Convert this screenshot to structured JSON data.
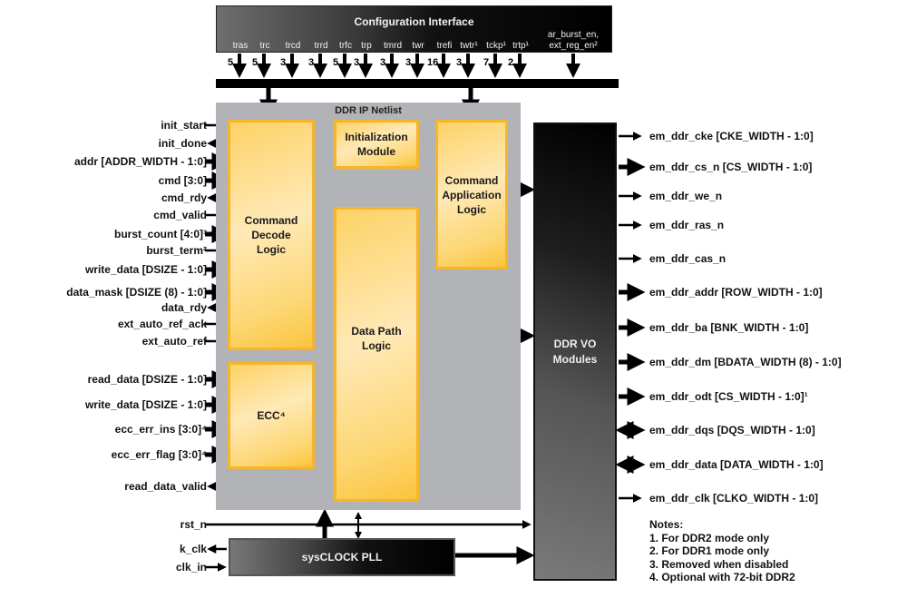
{
  "config_interface": {
    "title": "Configuration Interface",
    "params": [
      {
        "name": "tras",
        "value": "5"
      },
      {
        "name": "trc",
        "value": "5"
      },
      {
        "name": "trcd",
        "value": "3"
      },
      {
        "name": "trrd",
        "value": "3"
      },
      {
        "name": "trfc",
        "value": "5"
      },
      {
        "name": "trp",
        "value": "3"
      },
      {
        "name": "tmrd",
        "value": "3"
      },
      {
        "name": "twr",
        "value": "3"
      },
      {
        "name": "trefi",
        "value": "16"
      },
      {
        "name": "twtr¹",
        "value": "3"
      },
      {
        "name": "tckp¹",
        "value": "7"
      },
      {
        "name": "trtp¹",
        "value": "2"
      }
    ],
    "extra_param_line1": "ar_burst_en,",
    "extra_param_line2": "ext_reg_en²"
  },
  "netlist": {
    "title": "DDR IP Netlist",
    "blocks": {
      "command_decode": "Command Decode Logic",
      "initialization": "Initialization Module",
      "command_application": "Command Application Logic",
      "data_path": "Data Path Logic",
      "ecc": "ECC⁴"
    }
  },
  "ddr_io": {
    "label": "DDR VO Modules"
  },
  "pll": {
    "label": "sysCLOCK PLL"
  },
  "left_signals": [
    {
      "label": "init_start",
      "dir": "in",
      "bus": false
    },
    {
      "label": "init_done",
      "dir": "out",
      "bus": false
    },
    {
      "label": "addr [ADDR_WIDTH - 1:0]",
      "dir": "in",
      "bus": true
    },
    {
      "label": "cmd [3:0]",
      "dir": "in",
      "bus": true
    },
    {
      "label": "cmd_rdy",
      "dir": "out",
      "bus": false
    },
    {
      "label": "cmd_valid",
      "dir": "in",
      "bus": false
    },
    {
      "label": "burst_count [4:0]³",
      "dir": "in",
      "bus": true
    },
    {
      "label": "burst_term²",
      "dir": "in",
      "bus": false
    },
    {
      "label": "write_data [DSIZE - 1:0]",
      "dir": "in",
      "bus": true
    },
    {
      "label": "data_mask [DSIZE (8) - 1:0]",
      "dir": "in",
      "bus": true
    },
    {
      "label": "data_rdy",
      "dir": "out",
      "bus": false
    },
    {
      "label": "ext_auto_ref_ack",
      "dir": "in",
      "bus": false
    },
    {
      "label": "ext_auto_ref",
      "dir": "in",
      "bus": false
    },
    {
      "label": "read_data [DSIZE - 1:0]",
      "dir": "in",
      "bus": true
    },
    {
      "label": "write_data [DSIZE - 1:0]",
      "dir": "in",
      "bus": true
    },
    {
      "label": "ecc_err_ins [3:0]⁴",
      "dir": "in",
      "bus": true
    },
    {
      "label": "ecc_err_flag [3:0]⁴",
      "dir": "in",
      "bus": true
    },
    {
      "label": "read_data_valid",
      "dir": "out",
      "bus": false
    }
  ],
  "bottom_signals": [
    {
      "label": "rst_n",
      "dir": "in"
    },
    {
      "label": "k_clk",
      "dir": "out"
    },
    {
      "label": "clk_in",
      "dir": "in"
    }
  ],
  "right_signals": [
    {
      "label": "em_ddr_cke [CKE_WIDTH - 1:0]",
      "dir": "out",
      "bus": false
    },
    {
      "label": "em_ddr_cs_n [CS_WIDTH - 1:0]",
      "dir": "out",
      "bus": true
    },
    {
      "label": "em_ddr_we_n",
      "dir": "out",
      "bus": false
    },
    {
      "label": "em_ddr_ras_n",
      "dir": "out",
      "bus": false
    },
    {
      "label": "em_ddr_cas_n",
      "dir": "out",
      "bus": false
    },
    {
      "label": "em_ddr_addr [ROW_WIDTH - 1:0]",
      "dir": "out",
      "bus": true
    },
    {
      "label": "em_ddr_ba [BNK_WIDTH - 1:0]",
      "dir": "out",
      "bus": true
    },
    {
      "label": "em_ddr_dm [BDATA_WIDTH (8) - 1:0]",
      "dir": "out",
      "bus": true
    },
    {
      "label": "em_ddr_odt [CS_WIDTH - 1:0]¹",
      "dir": "out",
      "bus": true
    },
    {
      "label": "em_ddr_dqs [DQS_WIDTH - 1:0]",
      "dir": "bi",
      "bus": true
    },
    {
      "label": "em_ddr_data [DATA_WIDTH - 1:0]",
      "dir": "bi",
      "bus": true
    },
    {
      "label": "em_ddr_clk [CLKO_WIDTH - 1:0]",
      "dir": "out",
      "bus": false
    }
  ],
  "notes": {
    "title": "Notes:",
    "items": [
      "1. For DDR2 mode only",
      "2. For DDR1 mode only",
      "3. Removed when disabled",
      "4. Optional with 72-bit DDR2"
    ]
  }
}
